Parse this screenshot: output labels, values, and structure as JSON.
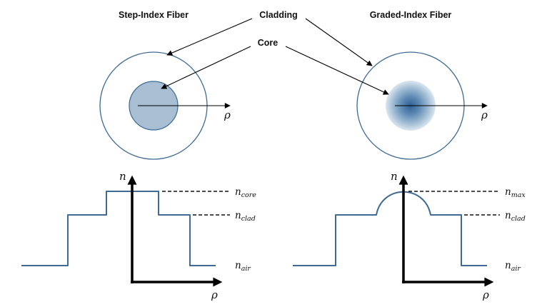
{
  "titles": {
    "left": "Step-Index Fiber",
    "right": "Graded-Index Fiber"
  },
  "callouts": {
    "cladding": "Cladding",
    "core": "Core"
  },
  "math": {
    "rho": "ρ",
    "n": "n"
  },
  "profiles": {
    "left": {
      "levels": [
        {
          "base": "n",
          "sub": "core"
        },
        {
          "base": "n",
          "sub": "clad"
        },
        {
          "base": "n",
          "sub": "air"
        }
      ]
    },
    "right": {
      "levels": [
        {
          "base": "n",
          "sub": "max"
        },
        {
          "base": "n",
          "sub": "clad"
        },
        {
          "base": "n",
          "sub": "air"
        }
      ]
    }
  },
  "colors": {
    "outline": "#3e6a94",
    "profile_line": "#3e6a94",
    "core_fill": "#a8bed3",
    "core_gradient_center": "#2f5f94",
    "axis": "#000000",
    "background": "#ffffff"
  }
}
